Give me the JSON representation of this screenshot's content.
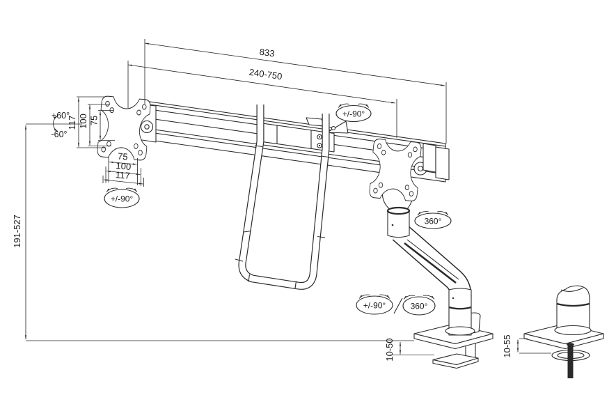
{
  "colors": {
    "line": "#2a2a2a",
    "background": "#ffffff"
  },
  "labels": {
    "dim_total_width": "833",
    "dim_adjustable_width": "240-750",
    "dim_height_range": "191-527",
    "vesa_vertical_117": "117",
    "vesa_vertical_100": "100",
    "vesa_vertical_75": "75",
    "vesa_horizontal_75": "75",
    "vesa_horizontal_100": "100",
    "vesa_horizontal_117": "117",
    "clamp_thickness_range": "10-50",
    "grommet_thickness_range": "10-55",
    "tilt_up": "+60°",
    "tilt_down": "-60°",
    "vesa_rotation": "+/-90°",
    "crossbar_swivel": "+/-90°",
    "arm_rotation": "360°",
    "base_swivel": "+/-90°",
    "base_rotation": "360°"
  }
}
